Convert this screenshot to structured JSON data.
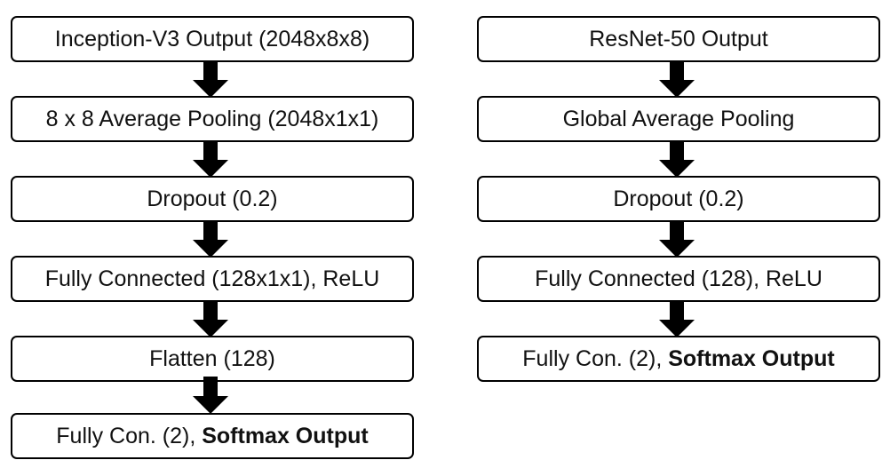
{
  "left": {
    "boxes": [
      {
        "text": "Inception-V3 Output (2048x8x8)",
        "bold": ""
      },
      {
        "text": "8 x 8 Average Pooling (2048x1x1)",
        "bold": ""
      },
      {
        "text": "Dropout (0.2)",
        "bold": ""
      },
      {
        "text": "Fully Connected (128x1x1), ReLU",
        "bold": ""
      },
      {
        "text": "Flatten (128)",
        "bold": ""
      },
      {
        "text": "Fully Con. (2), ",
        "bold": "Softmax Output"
      }
    ]
  },
  "right": {
    "boxes": [
      {
        "text": "ResNet-50 Output",
        "bold": ""
      },
      {
        "text": "Global Average Pooling",
        "bold": ""
      },
      {
        "text": "Dropout (0.2)",
        "bold": ""
      },
      {
        "text": "Fully Connected (128), ReLU",
        "bold": ""
      },
      {
        "text": "Fully Con. (2), ",
        "bold": "Softmax Output"
      }
    ]
  }
}
